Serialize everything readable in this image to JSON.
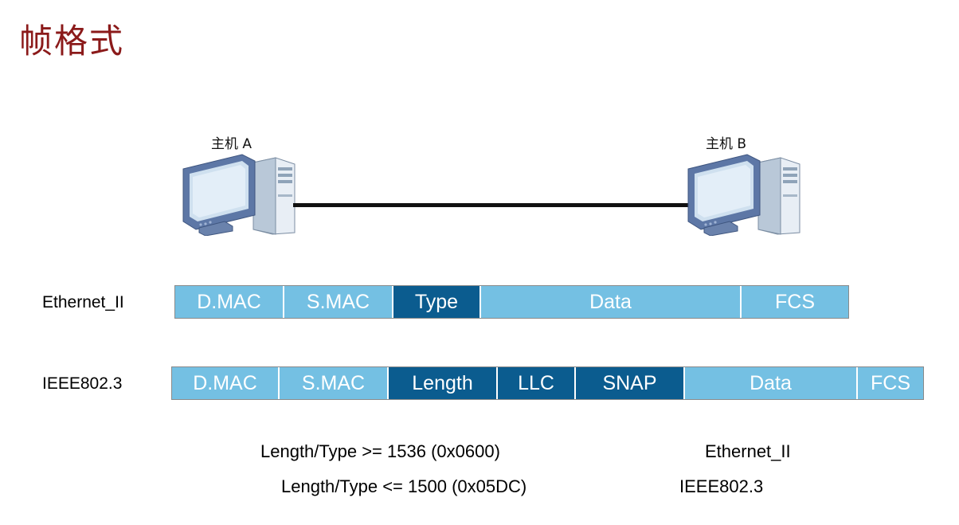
{
  "title": "帧格式",
  "hosts": {
    "a_label": "主机 A",
    "b_label": "主机  B"
  },
  "icons": {
    "host_a": "desktop-computer-icon",
    "host_b": "desktop-computer-icon"
  },
  "colors": {
    "title": "#8b1a1a",
    "field_light": "#74c0e3",
    "field_dark": "#0b5c8f"
  },
  "ethernet_ii": {
    "label": "Ethernet_II",
    "fields": [
      {
        "label": "D.MAC",
        "style": "light"
      },
      {
        "label": "S.MAC",
        "style": "light"
      },
      {
        "label": "Type",
        "style": "dark"
      },
      {
        "label": "Data",
        "style": "light"
      },
      {
        "label": "FCS",
        "style": "light"
      }
    ]
  },
  "ieee8023": {
    "label": "IEEE802.3",
    "fields": [
      {
        "label": "D.MAC",
        "style": "light"
      },
      {
        "label": "S.MAC",
        "style": "light"
      },
      {
        "label": "Length",
        "style": "dark"
      },
      {
        "label": "LLC",
        "style": "dark"
      },
      {
        "label": "SNAP",
        "style": "dark"
      },
      {
        "label": "Data",
        "style": "light"
      },
      {
        "label": "FCS",
        "style": "light"
      }
    ]
  },
  "notes": [
    {
      "condition": "Length/Type >= 1536 (0x0600)",
      "result": "Ethernet_II"
    },
    {
      "condition": "Length/Type <= 1500 (0x05DC)",
      "result": "IEEE802.3"
    }
  ]
}
